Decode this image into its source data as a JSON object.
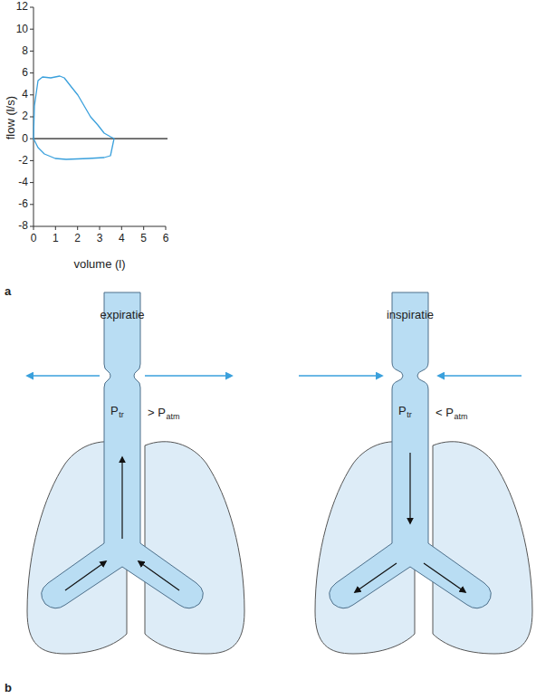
{
  "diagram": {
    "labels": [
      "12",
      "10",
      "8",
      "6",
      "4",
      "2",
      "0",
      "-2",
      "-4",
      "-6",
      "-8",
      "flow (l/s)",
      "0",
      "1",
      "2",
      "3",
      "4",
      "5",
      "6",
      "volume (l)",
      "a",
      "expiratie",
      "P",
      "tr",
      "> P",
      "atm",
      "inspiratie",
      "P",
      "tr",
      "< P",
      "atm",
      "b"
    ]
  }
}
